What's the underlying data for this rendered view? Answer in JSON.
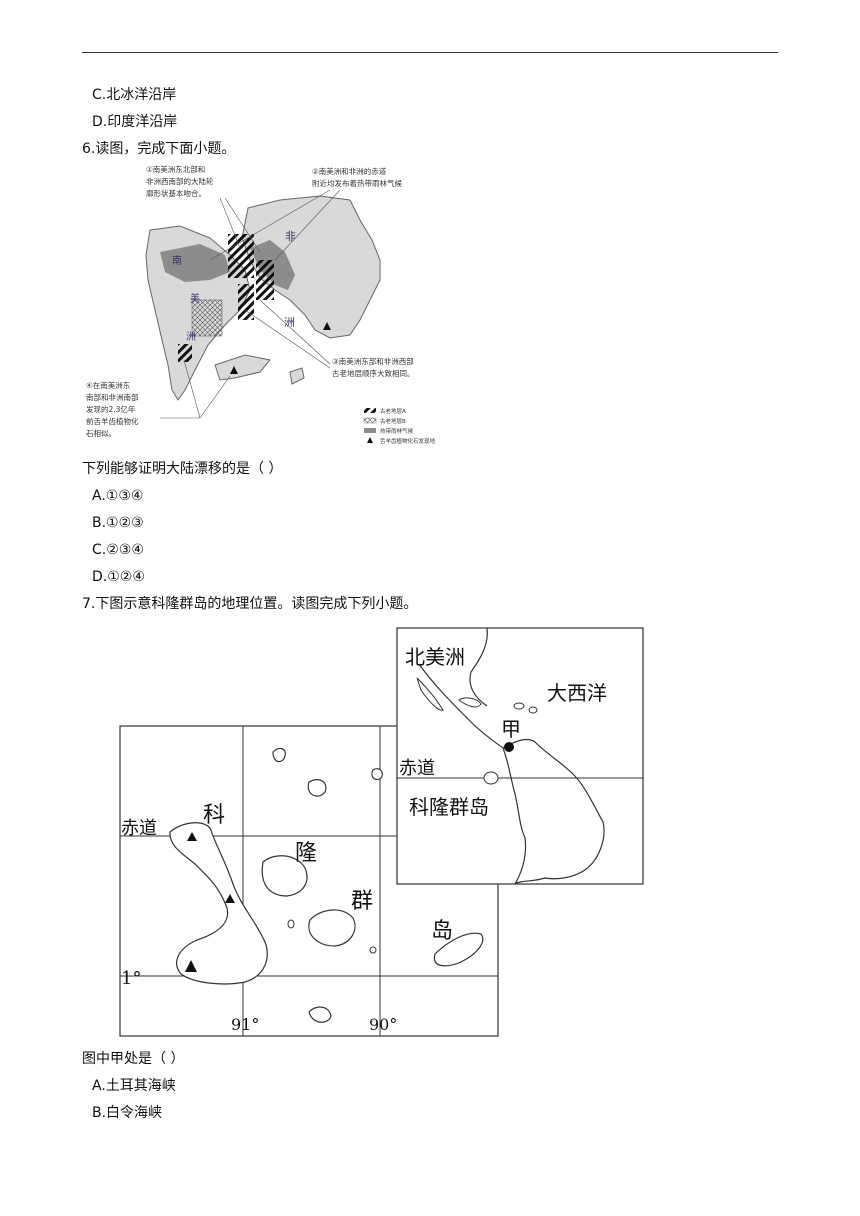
{
  "prev_options": {
    "c": "C.北冰洋沿岸",
    "d": "D.印度洋沿岸"
  },
  "q6": {
    "stem": "6.读图，完成下面小题。",
    "figure": {
      "note1": [
        "①南美洲东北部和",
        "非洲西南部的大陆轮",
        "廓形状基本吻合。"
      ],
      "note2": [
        "②南美洲和非洲的赤道",
        "附近均发布着热带雨林气候"
      ],
      "note3": [
        "③南美洲东部和非洲西部",
        "古老地层顺序大致相同。"
      ],
      "note4": [
        "④在南美洲东",
        "南部和非洲南部",
        "发现的2.3亿年",
        "前舌羊齿植物化",
        "石相似。"
      ],
      "continent_africa": [
        "非",
        "洲"
      ],
      "continent_sa": [
        "南",
        "美",
        "洲"
      ],
      "legend": [
        "古老地层A",
        "古老地层B",
        "热带雨林气候",
        "舌羊齿植物化石发现地"
      ]
    },
    "question": "下列能够证明大陆漂移的是（    ）",
    "options": [
      "A.①③④",
      "B.①②③",
      "C.②③④",
      "D.①②④"
    ]
  },
  "q7": {
    "stem": "7.下图示意科隆群岛的地理位置。读图完成下列小题。",
    "figure": {
      "inset_north_america": "北美洲",
      "inset_atlantic": "大西洋",
      "inset_jia": "甲",
      "inset_equator": "赤道",
      "inset_galapagos": "科隆群岛",
      "main_equator": "赤道",
      "main_chars": [
        "科",
        "隆",
        "群",
        "岛"
      ],
      "lat_1": "1°",
      "lon_91": "91°",
      "lon_90": "90°"
    },
    "question": "图中甲处是（    ）",
    "options": [
      "A.土耳其海峡",
      "B.白令海峡"
    ]
  }
}
